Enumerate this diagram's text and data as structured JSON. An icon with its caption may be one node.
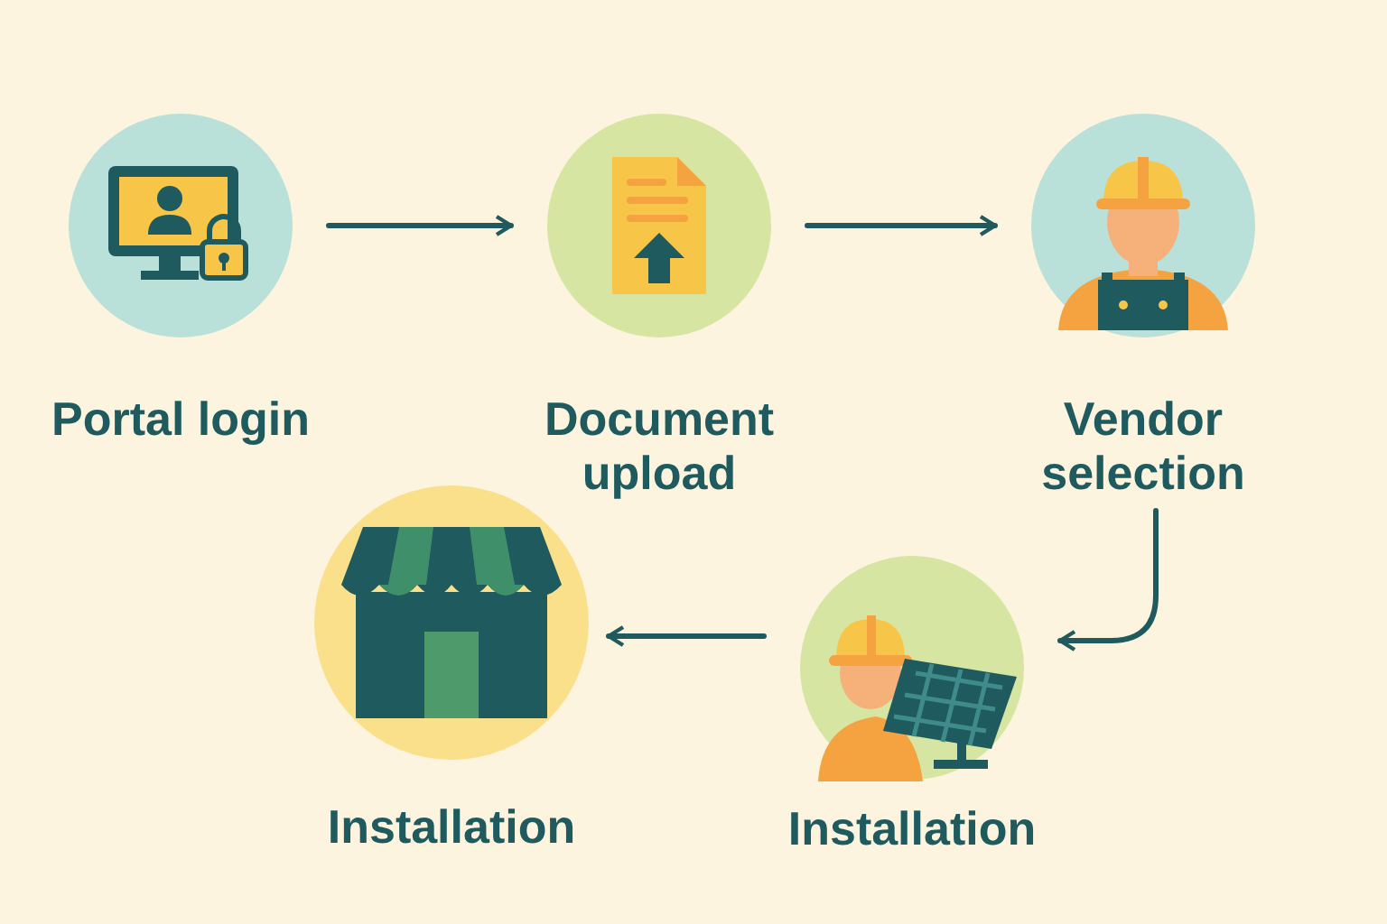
{
  "diagram": {
    "nodes": [
      {
        "text": [
          "Portal login"
        ]
      },
      {
        "text": [
          "Document upload"
        ]
      },
      {
        "text": [
          "Vendor selection"
        ]
      },
      {
        "text": [
          "Installation"
        ]
      },
      {
        "text": [
          "Installation"
        ]
      }
    ],
    "edges": [
      {
        "from": 0,
        "to": 1,
        "arrow": "to"
      },
      {
        "from": 1,
        "to": 2,
        "arrow": "to"
      },
      {
        "from": 2,
        "to": 3,
        "arrow": "to"
      },
      {
        "from": 3,
        "to": 4,
        "arrow": "to"
      }
    ]
  }
}
